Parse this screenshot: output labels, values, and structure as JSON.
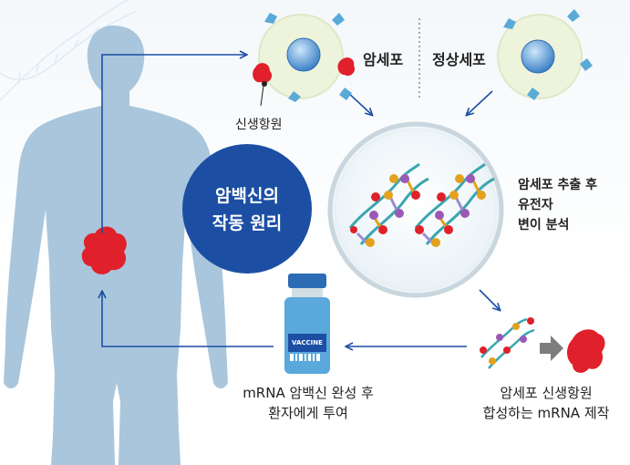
{
  "title": {
    "line1": "암백신의",
    "line2": "작동 원리"
  },
  "labels": {
    "cancer_cell": "암세포",
    "normal_cell": "정상세포",
    "neoantigen": "신생항원",
    "analysis": [
      "암세포 추출 후",
      "유전자",
      "변이 분석"
    ],
    "mrna_production": [
      "암세포 신생항원",
      "합성하는 mRNA 제작"
    ],
    "vaccine_admin": [
      "mRNA 암백신 완성 후",
      "환자에게 투여"
    ],
    "vaccine_bottle": "VACCINE"
  },
  "colors": {
    "body": "#a9c6dc",
    "title_circle": "#1c4fa3",
    "arrow": "#1c4fa3",
    "tumor": "#e0202a",
    "cell": "#eef3dc",
    "nucleus": "#4a8ed0",
    "receptor": "#5aaad8"
  }
}
